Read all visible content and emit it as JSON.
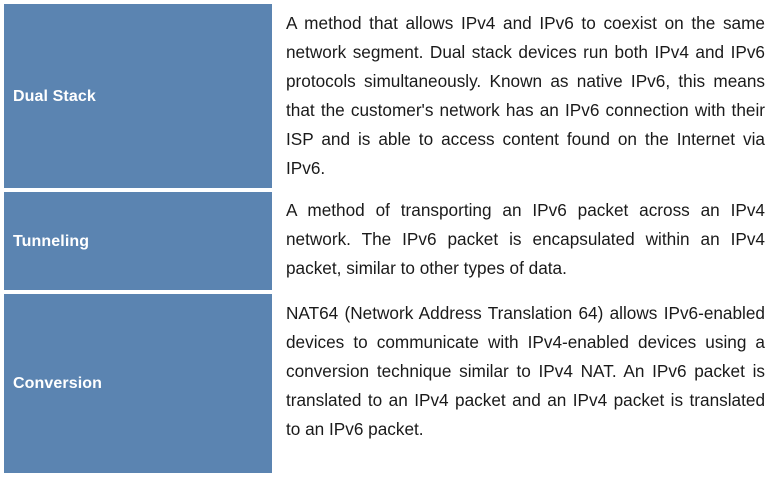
{
  "table": {
    "accent_color": "#5b84b1",
    "label_text_color": "#ffffff",
    "body_text_color": "#1a1a1a",
    "background_color": "#ffffff",
    "rows": [
      {
        "term": "Dual Stack",
        "description": "A method that allows IPv4 and IPv6 to coexist on the same network segment. Dual stack devices run both IPv4 and IPv6 protocols simultaneously. Known as native IPv6, this means that the customer's network has an IPv6 connection with their ISP and is able to access content found on the Internet via IPv6."
      },
      {
        "term": "Tunneling",
        "description": "A method of transporting an IPv6 packet across an IPv4 network. The IPv6 packet is encapsulated within an IPv4 packet, similar to other types of data."
      },
      {
        "term": "Conversion",
        "description": "NAT64 (Network Address Translation 64) allows IPv6-enabled devices to communicate with IPv4-enabled devices using a conversion technique similar to IPv4 NAT. An IPv6 packet is translated to an IPv4 packet and an IPv4 packet is translated to an IPv6 packet."
      }
    ]
  }
}
